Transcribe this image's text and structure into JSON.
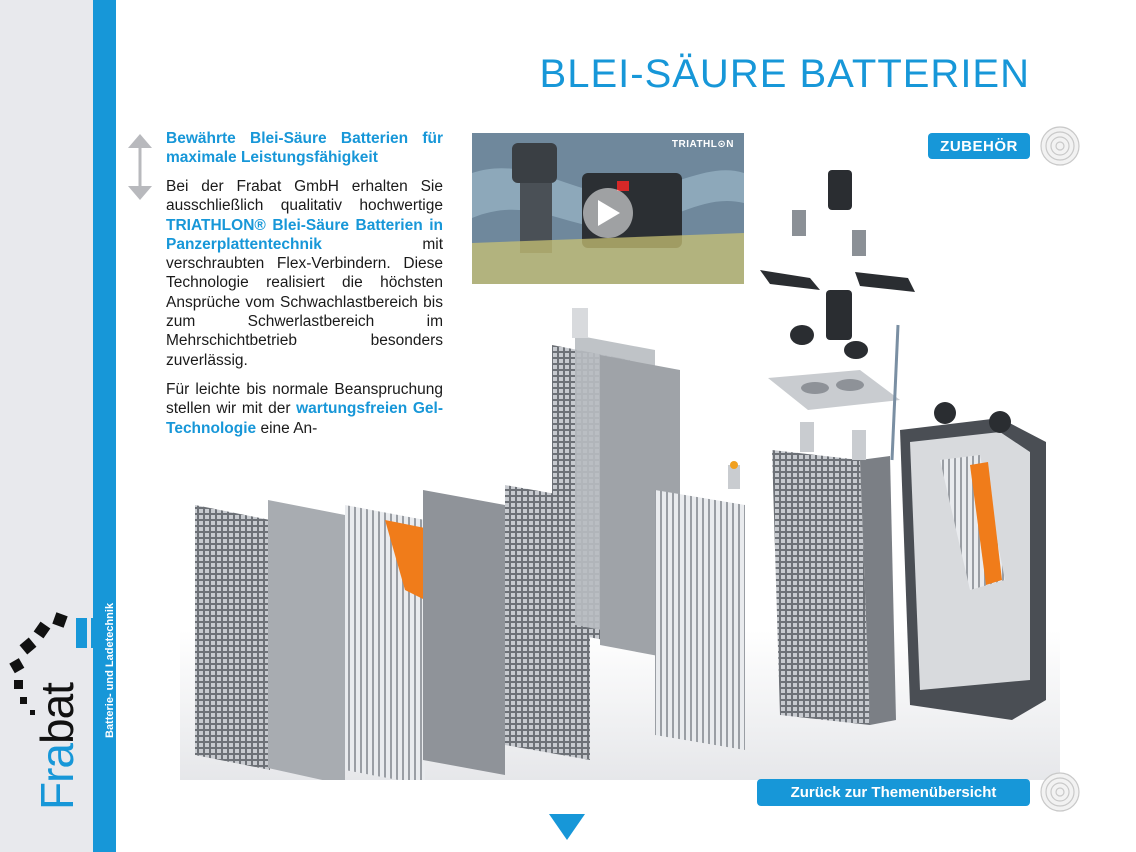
{
  "page": {
    "title": "BLEI-SÄURE BATTERIEN"
  },
  "logo": {
    "part1": "Fra",
    "part2": "bat",
    "subtitle": "Batterie- und Ladetechnik"
  },
  "content": {
    "lead": "Bewährte Blei-Säure Batterien für maximale Leistungsfähigkeit",
    "p1_a": "Bei der Frabat GmbH erhalten Sie ausschließlich qualitativ hochwertige ",
    "p1_hl": "TRIATHLON® Blei-Säure Batterien in Panzerplattentechnik",
    "p1_b": " mit verschraubten Flex-Verbindern. Diese Technologie realisiert die höchsten Ansprüche vom Schwachlastbereich bis zum Schwerlastbereich im Mehrschichtbetrieb besonders zuverlässig.",
    "p2_a": "Für leichte bis normale Beanspruchung stellen wir mit der ",
    "p2_hl": "wartungsfreien Gel-Technologie",
    "p2_b": " eine An-"
  },
  "video": {
    "brand": "TRIATHL⊙N"
  },
  "buttons": {
    "zubehoer": "ZUBEHÖR",
    "zurueck": "Zurück zur Themenübersicht"
  },
  "colors": {
    "accent": "#1797d8",
    "strip": "#e8e9ed",
    "highlight_orange": "#f07c1a"
  },
  "icons": {
    "scroll": "double-arrow-vertical-icon",
    "play": "play-icon",
    "ring": "concentric-rings-icon",
    "down": "triangle-down-icon"
  }
}
